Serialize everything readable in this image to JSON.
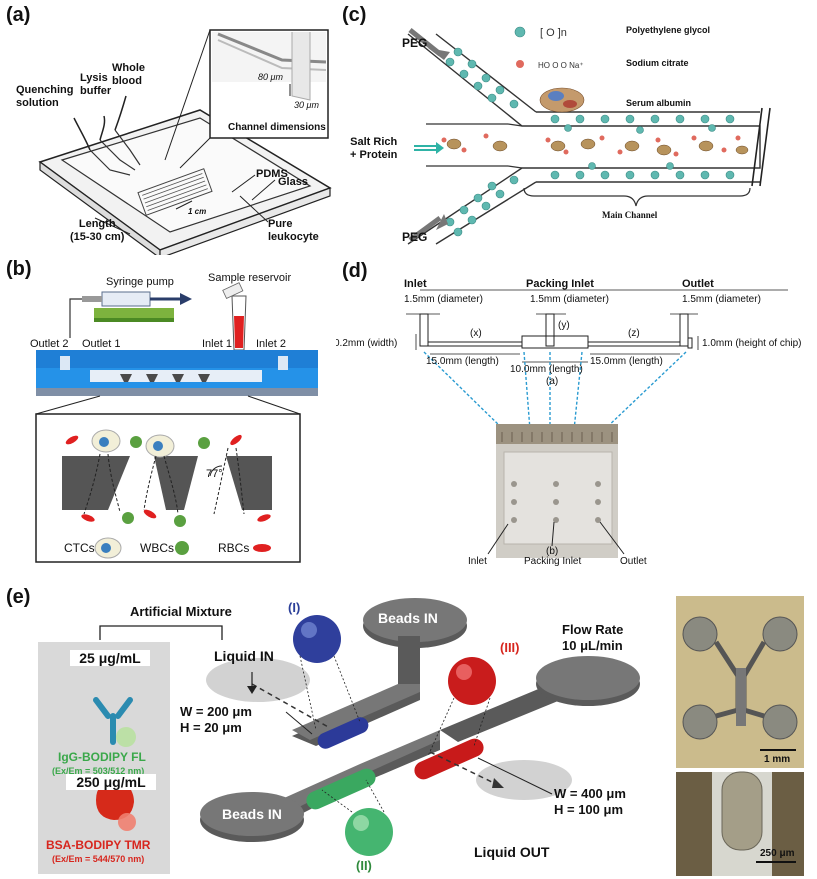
{
  "panels": {
    "a": {
      "label": "(a)",
      "quenching": [
        "Quenching",
        "solution"
      ],
      "lysis": [
        "Lysis",
        "buffer"
      ],
      "whole_blood": [
        "Whole",
        "blood"
      ],
      "dim_80": "80 μm",
      "dim_30": "30 μm",
      "channel_dimensions": "Channel dimensions",
      "pdms": "PDMS",
      "glass": "Glass",
      "one_cm": "1 cm",
      "length": [
        "Length",
        "(15-30 cm)"
      ],
      "pure_leukocyte": [
        "Pure",
        "leukocyte"
      ]
    },
    "b": {
      "label": "(b)",
      "syringe_pump": "Syringe pump",
      "sample_reservoir": "Sample reservoir",
      "outlet2": "Outlet 2",
      "outlet1": "Outlet 1",
      "inlet1": "Inlet 1",
      "inlet2": "Inlet 2",
      "angle": "77°",
      "ctcs": "CTCs",
      "wbcs": "WBCs",
      "rbcs": "RBCs"
    },
    "c": {
      "label": "(c)",
      "peg_top": "PEG",
      "peg_bottom": "PEG",
      "salt_rich": [
        "Salt Rich",
        "+ Protein"
      ],
      "legend": [
        "Polyethylene glycol",
        "Sodium citrate",
        "Serum albumin"
      ],
      "main_channel": "Main Channel"
    },
    "d": {
      "label": "(d)",
      "inlet": "Inlet",
      "packing_inlet": "Packing Inlet",
      "outlet": "Outlet",
      "diam1": "1.5mm (diameter)",
      "diam2": "1.5mm (diameter)",
      "diam3": "1.5mm (diameter)",
      "x": "(x)",
      "y": "(y)",
      "z": "(z)",
      "width": "0.2mm (width)",
      "height": "1.0mm (height of chip)",
      "len1": "15.0mm (length)",
      "len2": "10.0mm (length)",
      "len3": "15.0mm (length)",
      "a": "(a)",
      "b": "(b)",
      "photo_inlet": "Inlet",
      "photo_packing": "Packing Inlet",
      "photo_outlet": "Outlet"
    },
    "e": {
      "label": "(e)",
      "artificial_mixture": "Artificial Mixture",
      "igg_conc": "25 μg/mL",
      "igg_name": "IgG-BODIPY FL",
      "igg_exem": "(Ex/Em = 503/512 nm)",
      "bsa_conc": "250 μg/mL",
      "bsa_name": "BSA-BODIPY TMR",
      "bsa_exem": "(Ex/Em = 544/570 nm)",
      "liquid_in": "Liquid IN",
      "liquid_out": "Liquid OUT",
      "beads_in_top": "Beads IN",
      "beads_in_right": "Beads IN",
      "beads_in_left": "Beads IN",
      "roman1": "(I)",
      "roman2": "(II)",
      "roman3": "(III)",
      "flow_rate": [
        "Flow Rate",
        "10 μL/min"
      ],
      "w1": "W = 200 μm",
      "h1": "H = 20 μm",
      "w2": "W = 400 μm",
      "h2": "H = 100 μm",
      "scale1": "1 mm",
      "scale2": "250 μm"
    }
  },
  "colors": {
    "dark_gray": "#5a5a5a",
    "light_gray": "#d9d9d9",
    "blue_device": "#1f7fd6",
    "teal_peg": "#5fb8b0",
    "citrate_red": "#d9534f",
    "green_text": "#3aa84a",
    "red_text": "#d7261e",
    "navy_roman": "#2b3f99"
  }
}
